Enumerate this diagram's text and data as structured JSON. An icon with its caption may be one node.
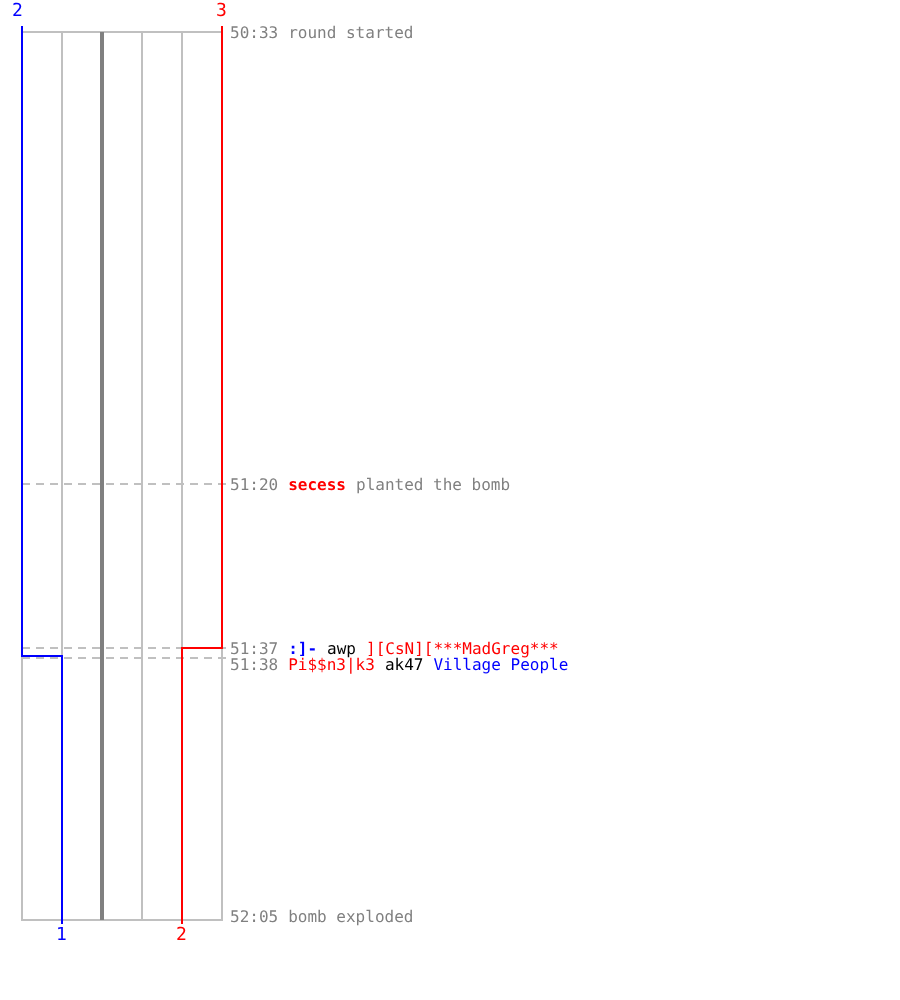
{
  "diagram": {
    "labels": [
      "2",
      "3",
      "50:33",
      "round started",
      "51:20",
      "secess",
      "planted the bomb",
      "51:37",
      ":]-",
      "awp",
      "][CsN][***MadGreg***",
      "51:38",
      "Pi$$n3|k3",
      "ak47",
      "Village People",
      "52:05",
      "bomb exploded",
      "1",
      "2"
    ]
  }
}
